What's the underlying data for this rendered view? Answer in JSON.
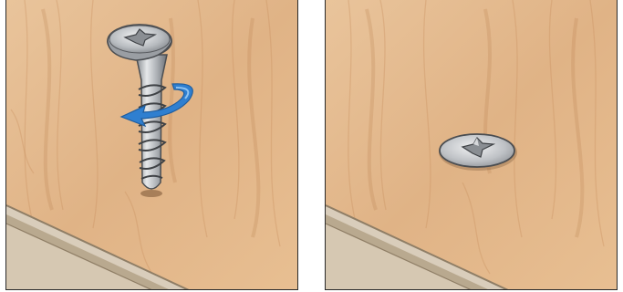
{
  "figure": {
    "panels": [
      {
        "id": "left",
        "state": "screw-being-turned-in",
        "icon": "screw-turning-icon"
      },
      {
        "id": "right",
        "state": "screw-flush-with-surface",
        "icon": "screw-head-flush-icon"
      }
    ],
    "colors": {
      "wood_base": "#e4b98d",
      "wood_grain": "#c98f5e",
      "screw_metal": "#b9bcc1",
      "arrow_blue": "#2f7fd0",
      "border": "#2a2a2a"
    }
  }
}
